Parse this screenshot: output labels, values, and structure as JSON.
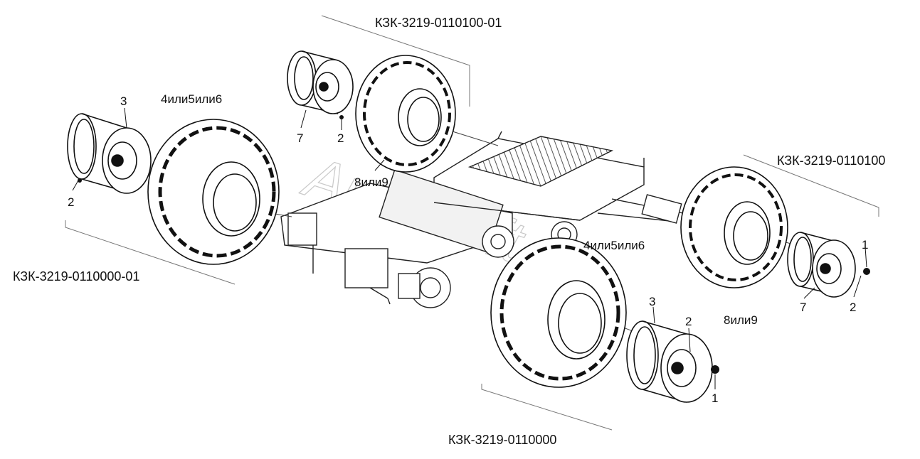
{
  "watermark": "AutoSoft",
  "assemblies": {
    "top": "КЗК-3219-0110100-01",
    "right": "КЗК-3219-0110100",
    "left": "КЗК-3219-0110000-01",
    "bottom": "КЗК-3219-0110000"
  },
  "callouts": {
    "left_rim": "3",
    "left_tire": "4или5или6",
    "left_nut": "2",
    "top_rim": "7",
    "top_nut": "2",
    "top_tire": "8или9",
    "center_tire": "4или5или6",
    "right_tire": "8или9",
    "right_nut_top": "1",
    "right_rim": "7",
    "right_nut": "2",
    "bottom_rim": "3",
    "bottom_nut_top": "2",
    "bottom_nut": "1"
  }
}
